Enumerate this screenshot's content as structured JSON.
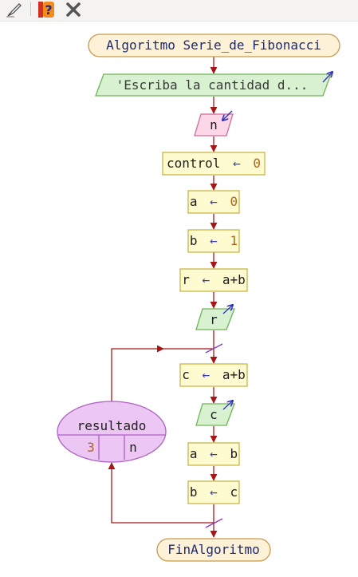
{
  "toolbar": {
    "icons": [
      "edit-pencil-icon",
      "help-icon",
      "close-icon"
    ]
  },
  "flowchart": {
    "start": "Algoritmo Serie_de_Fibonacci",
    "output_message": "'Escriba la cantidad d...",
    "input_var": "n",
    "assign_control": {
      "var": "control",
      "arrow": "←",
      "value": "0"
    },
    "assign_a": {
      "var": "a",
      "arrow": "←",
      "value": "0"
    },
    "assign_b": {
      "var": "b",
      "arrow": "←",
      "value": "1"
    },
    "assign_r": {
      "var": "r",
      "arrow": "←",
      "value": "a+b"
    },
    "output_r": "r",
    "loop": {
      "label": "resultado",
      "from": "3",
      "to": "n",
      "body": {
        "assign_c": {
          "var": "c",
          "arrow": "←",
          "value": "a+b"
        },
        "output_c": "c",
        "assign_a2": {
          "var": "a",
          "arrow": "←",
          "value": "b"
        },
        "assign_b2": {
          "var": "b",
          "arrow": "←",
          "value": "c"
        }
      }
    },
    "end": "FinAlgoritmo"
  },
  "colors": {
    "terminal_fill": "#fdf1d7",
    "terminal_stroke": "#c79a4a",
    "io_fill": "#d8f1d0",
    "io_stroke": "#6fb35a",
    "input_fill": "#fbd7e8",
    "input_stroke": "#d06a9a",
    "process_fill": "#fdfbcf",
    "process_stroke": "#c9b64a",
    "loop_fill": "#ecc7f3",
    "loop_stroke": "#b05fc6",
    "arrow": "#a51616",
    "io_arrow": "#3131b8",
    "number": "#b0651e"
  }
}
